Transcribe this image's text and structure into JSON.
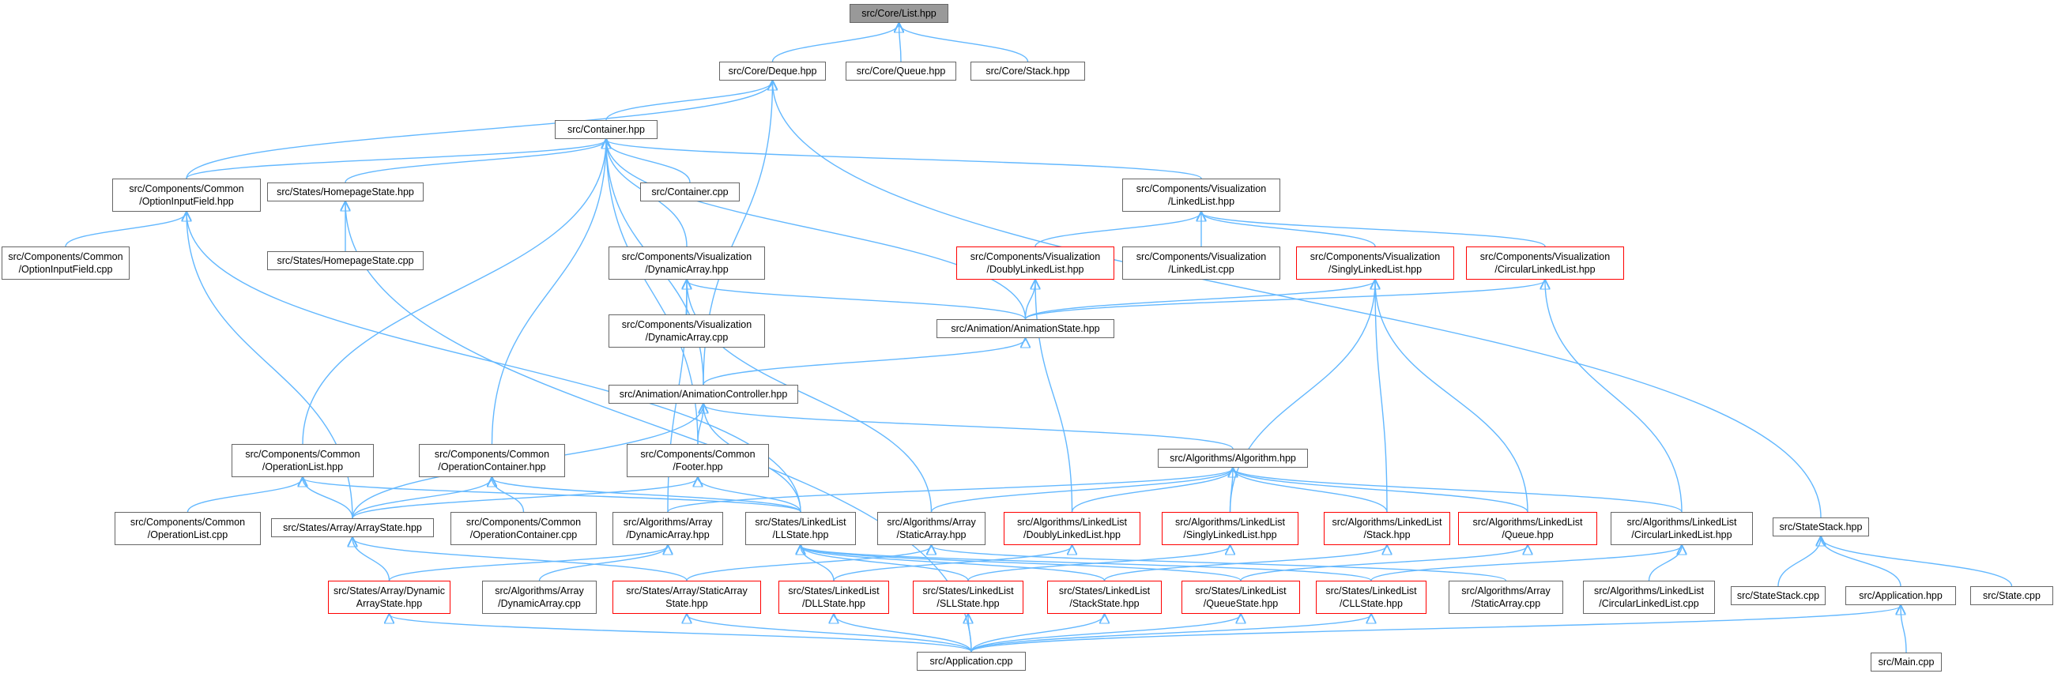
{
  "graph": {
    "focus_color": "#999999",
    "edge_color": "#63b8ff",
    "truncated_border_color": "#ff0000",
    "nodes": [
      {
        "id": "list",
        "lines": [
          "src/Core/List.hpp"
        ],
        "style": "focus"
      },
      {
        "id": "deque",
        "lines": [
          "src/Core/Deque.hpp"
        ]
      },
      {
        "id": "queue",
        "lines": [
          "src/Core/Queue.hpp"
        ]
      },
      {
        "id": "stack",
        "lines": [
          "src/Core/Stack.hpp"
        ]
      },
      {
        "id": "container",
        "lines": [
          "src/Container.hpp"
        ]
      },
      {
        "id": "optfield",
        "lines": [
          "src/Components/Common",
          "/OptionInputField.hpp"
        ]
      },
      {
        "id": "homestate",
        "lines": [
          "src/States/HomepageState.hpp"
        ]
      },
      {
        "id": "containercpp",
        "lines": [
          "src/Container.cpp"
        ]
      },
      {
        "id": "vislinked",
        "lines": [
          "src/Components/Visualization",
          "/LinkedList.hpp"
        ]
      },
      {
        "id": "optfieldcpp",
        "lines": [
          "src/Components/Common",
          "/OptionInputField.cpp"
        ]
      },
      {
        "id": "homestatecpp",
        "lines": [
          "src/States/HomepageState.cpp"
        ]
      },
      {
        "id": "visdyn",
        "lines": [
          "src/Components/Visualization",
          "/DynamicArray.hpp"
        ]
      },
      {
        "id": "visdll",
        "lines": [
          "src/Components/Visualization",
          "/DoublyLinkedList.hpp"
        ],
        "style": "trunc"
      },
      {
        "id": "vislinkedcpp",
        "lines": [
          "src/Components/Visualization",
          "/LinkedList.cpp"
        ]
      },
      {
        "id": "vissll",
        "lines": [
          "src/Components/Visualization",
          "/SinglyLinkedList.hpp"
        ],
        "style": "trunc"
      },
      {
        "id": "viscll",
        "lines": [
          "src/Components/Visualization",
          "/CircularLinkedList.hpp"
        ],
        "style": "trunc"
      },
      {
        "id": "visdyncpp",
        "lines": [
          "src/Components/Visualization",
          "/DynamicArray.cpp"
        ]
      },
      {
        "id": "animstate",
        "lines": [
          "src/Animation/AnimationState.hpp"
        ]
      },
      {
        "id": "animctrl",
        "lines": [
          "src/Animation/AnimationController.hpp"
        ]
      },
      {
        "id": "oplist",
        "lines": [
          "src/Components/Common",
          "/OperationList.hpp"
        ]
      },
      {
        "id": "opcont",
        "lines": [
          "src/Components/Common",
          "/OperationContainer.hpp"
        ]
      },
      {
        "id": "footer",
        "lines": [
          "src/Components/Common",
          "/Footer.hpp"
        ]
      },
      {
        "id": "algo",
        "lines": [
          "src/Algorithms/Algorithm.hpp"
        ]
      },
      {
        "id": "oplistcpp",
        "lines": [
          "src/Components/Common",
          "/OperationList.cpp"
        ]
      },
      {
        "id": "arrstate",
        "lines": [
          "src/States/Array/ArrayState.hpp"
        ]
      },
      {
        "id": "opcontcpp",
        "lines": [
          "src/Components/Common",
          "/OperationContainer.cpp"
        ]
      },
      {
        "id": "algodyn",
        "lines": [
          "src/Algorithms/Array",
          "/DynamicArray.hpp"
        ]
      },
      {
        "id": "llstate",
        "lines": [
          "src/States/LinkedList",
          "/LLState.hpp"
        ]
      },
      {
        "id": "algostatic",
        "lines": [
          "src/Algorithms/Array",
          "/StaticArray.hpp"
        ]
      },
      {
        "id": "algodll",
        "lines": [
          "src/Algorithms/LinkedList",
          "/DoublyLinkedList.hpp"
        ],
        "style": "trunc"
      },
      {
        "id": "algosll",
        "lines": [
          "src/Algorithms/LinkedList",
          "/SinglyLinkedList.hpp"
        ],
        "style": "trunc"
      },
      {
        "id": "algostack",
        "lines": [
          "src/Algorithms/LinkedList",
          "/Stack.hpp"
        ],
        "style": "trunc"
      },
      {
        "id": "algoqueue",
        "lines": [
          "src/Algorithms/LinkedList",
          "/Queue.hpp"
        ],
        "style": "trunc"
      },
      {
        "id": "algocll",
        "lines": [
          "src/Algorithms/LinkedList",
          "/CircularLinkedList.hpp"
        ]
      },
      {
        "id": "statestack",
        "lines": [
          "src/StateStack.hpp"
        ]
      },
      {
        "id": "dynstate",
        "lines": [
          "src/States/Array/Dynamic",
          "ArrayState.hpp"
        ],
        "style": "trunc"
      },
      {
        "id": "algodyncpp",
        "lines": [
          "src/Algorithms/Array",
          "/DynamicArray.cpp"
        ]
      },
      {
        "id": "staticstate",
        "lines": [
          "src/States/Array/StaticArray",
          "State.hpp"
        ],
        "style": "trunc"
      },
      {
        "id": "dllstate",
        "lines": [
          "src/States/LinkedList",
          "/DLLState.hpp"
        ],
        "style": "trunc"
      },
      {
        "id": "sllstate",
        "lines": [
          "src/States/LinkedList",
          "/SLLState.hpp"
        ],
        "style": "trunc"
      },
      {
        "id": "stackstate",
        "lines": [
          "src/States/LinkedList",
          "/StackState.hpp"
        ],
        "style": "trunc"
      },
      {
        "id": "queuestate",
        "lines": [
          "src/States/LinkedList",
          "/QueueState.hpp"
        ],
        "style": "trunc"
      },
      {
        "id": "cllstate",
        "lines": [
          "src/States/LinkedList",
          "/CLLState.hpp"
        ],
        "style": "trunc"
      },
      {
        "id": "algostaticcpp",
        "lines": [
          "src/Algorithms/Array",
          "/StaticArray.cpp"
        ]
      },
      {
        "id": "algocllcpp",
        "lines": [
          "src/Algorithms/LinkedList",
          "/CircularLinkedList.cpp"
        ]
      },
      {
        "id": "statestackcpp",
        "lines": [
          "src/StateStack.cpp"
        ]
      },
      {
        "id": "apphpp",
        "lines": [
          "src/Application.hpp"
        ]
      },
      {
        "id": "statecpp",
        "lines": [
          "src/State.cpp"
        ]
      },
      {
        "id": "appcpp",
        "lines": [
          "src/Application.cpp"
        ]
      },
      {
        "id": "maincpp",
        "lines": [
          "src/Main.cpp"
        ]
      }
    ],
    "edges": [
      [
        "deque",
        "list"
      ],
      [
        "queue",
        "list"
      ],
      [
        "stack",
        "list"
      ],
      [
        "container",
        "deque"
      ],
      [
        "optfield",
        "deque"
      ],
      [
        "animctrl",
        "deque"
      ],
      [
        "statestack",
        "deque"
      ],
      [
        "optfield",
        "container"
      ],
      [
        "homestate",
        "container"
      ],
      [
        "containercpp",
        "container"
      ],
      [
        "vislinked",
        "container"
      ],
      [
        "visdyn",
        "container"
      ],
      [
        "animstate",
        "container"
      ],
      [
        "animctrl",
        "container"
      ],
      [
        "oplist",
        "container"
      ],
      [
        "opcont",
        "container"
      ],
      [
        "footer",
        "container"
      ],
      [
        "optfieldcpp",
        "optfield"
      ],
      [
        "arrstate",
        "optfield"
      ],
      [
        "llstate",
        "optfield"
      ],
      [
        "homestatecpp",
        "homestate"
      ],
      [
        "appcpp",
        "homestate"
      ],
      [
        "visdll",
        "vislinked"
      ],
      [
        "vislinkedcpp",
        "vislinked"
      ],
      [
        "vissll",
        "vislinked"
      ],
      [
        "viscll",
        "vislinked"
      ],
      [
        "visdyncpp",
        "visdyn"
      ],
      [
        "animstate",
        "visdyn"
      ],
      [
        "algodyn",
        "visdyn"
      ],
      [
        "algostatic",
        "visdyn"
      ],
      [
        "animstate",
        "visdll"
      ],
      [
        "algodll",
        "visdll"
      ],
      [
        "animstate",
        "vissll"
      ],
      [
        "algosll",
        "vissll"
      ],
      [
        "algostack",
        "vissll"
      ],
      [
        "algoqueue",
        "vissll"
      ],
      [
        "animstate",
        "viscll"
      ],
      [
        "algocll",
        "viscll"
      ],
      [
        "animctrl",
        "animstate"
      ],
      [
        "footer",
        "animctrl"
      ],
      [
        "arrstate",
        "animctrl"
      ],
      [
        "llstate",
        "animctrl"
      ],
      [
        "algo",
        "animctrl"
      ],
      [
        "oplistcpp",
        "oplist"
      ],
      [
        "arrstate",
        "oplist"
      ],
      [
        "llstate",
        "oplist"
      ],
      [
        "opcontcpp",
        "opcont"
      ],
      [
        "arrstate",
        "opcont"
      ],
      [
        "llstate",
        "opcont"
      ],
      [
        "arrstate",
        "footer"
      ],
      [
        "llstate",
        "footer"
      ],
      [
        "algodyn",
        "algo"
      ],
      [
        "algostatic",
        "algo"
      ],
      [
        "algodll",
        "algo"
      ],
      [
        "algosll",
        "algo"
      ],
      [
        "algostack",
        "algo"
      ],
      [
        "algoqueue",
        "algo"
      ],
      [
        "algocll",
        "algo"
      ],
      [
        "dynstate",
        "arrstate"
      ],
      [
        "staticstate",
        "arrstate"
      ],
      [
        "dynstate",
        "algodyn"
      ],
      [
        "algodyncpp",
        "algodyn"
      ],
      [
        "dllstate",
        "llstate"
      ],
      [
        "sllstate",
        "llstate"
      ],
      [
        "stackstate",
        "llstate"
      ],
      [
        "queuestate",
        "llstate"
      ],
      [
        "cllstate",
        "llstate"
      ],
      [
        "staticstate",
        "algostatic"
      ],
      [
        "algostaticcpp",
        "algostatic"
      ],
      [
        "dllstate",
        "algodll"
      ],
      [
        "sllstate",
        "algosll"
      ],
      [
        "stackstate",
        "algostack"
      ],
      [
        "queuestate",
        "algoqueue"
      ],
      [
        "cllstate",
        "algocll"
      ],
      [
        "algocllcpp",
        "algocll"
      ],
      [
        "statestackcpp",
        "statestack"
      ],
      [
        "apphpp",
        "statestack"
      ],
      [
        "statecpp",
        "statestack"
      ],
      [
        "appcpp",
        "dynstate"
      ],
      [
        "appcpp",
        "staticstate"
      ],
      [
        "appcpp",
        "dllstate"
      ],
      [
        "appcpp",
        "sllstate"
      ],
      [
        "appcpp",
        "stackstate"
      ],
      [
        "appcpp",
        "queuestate"
      ],
      [
        "appcpp",
        "cllstate"
      ],
      [
        "appcpp",
        "apphpp"
      ],
      [
        "maincpp",
        "apphpp"
      ]
    ]
  }
}
